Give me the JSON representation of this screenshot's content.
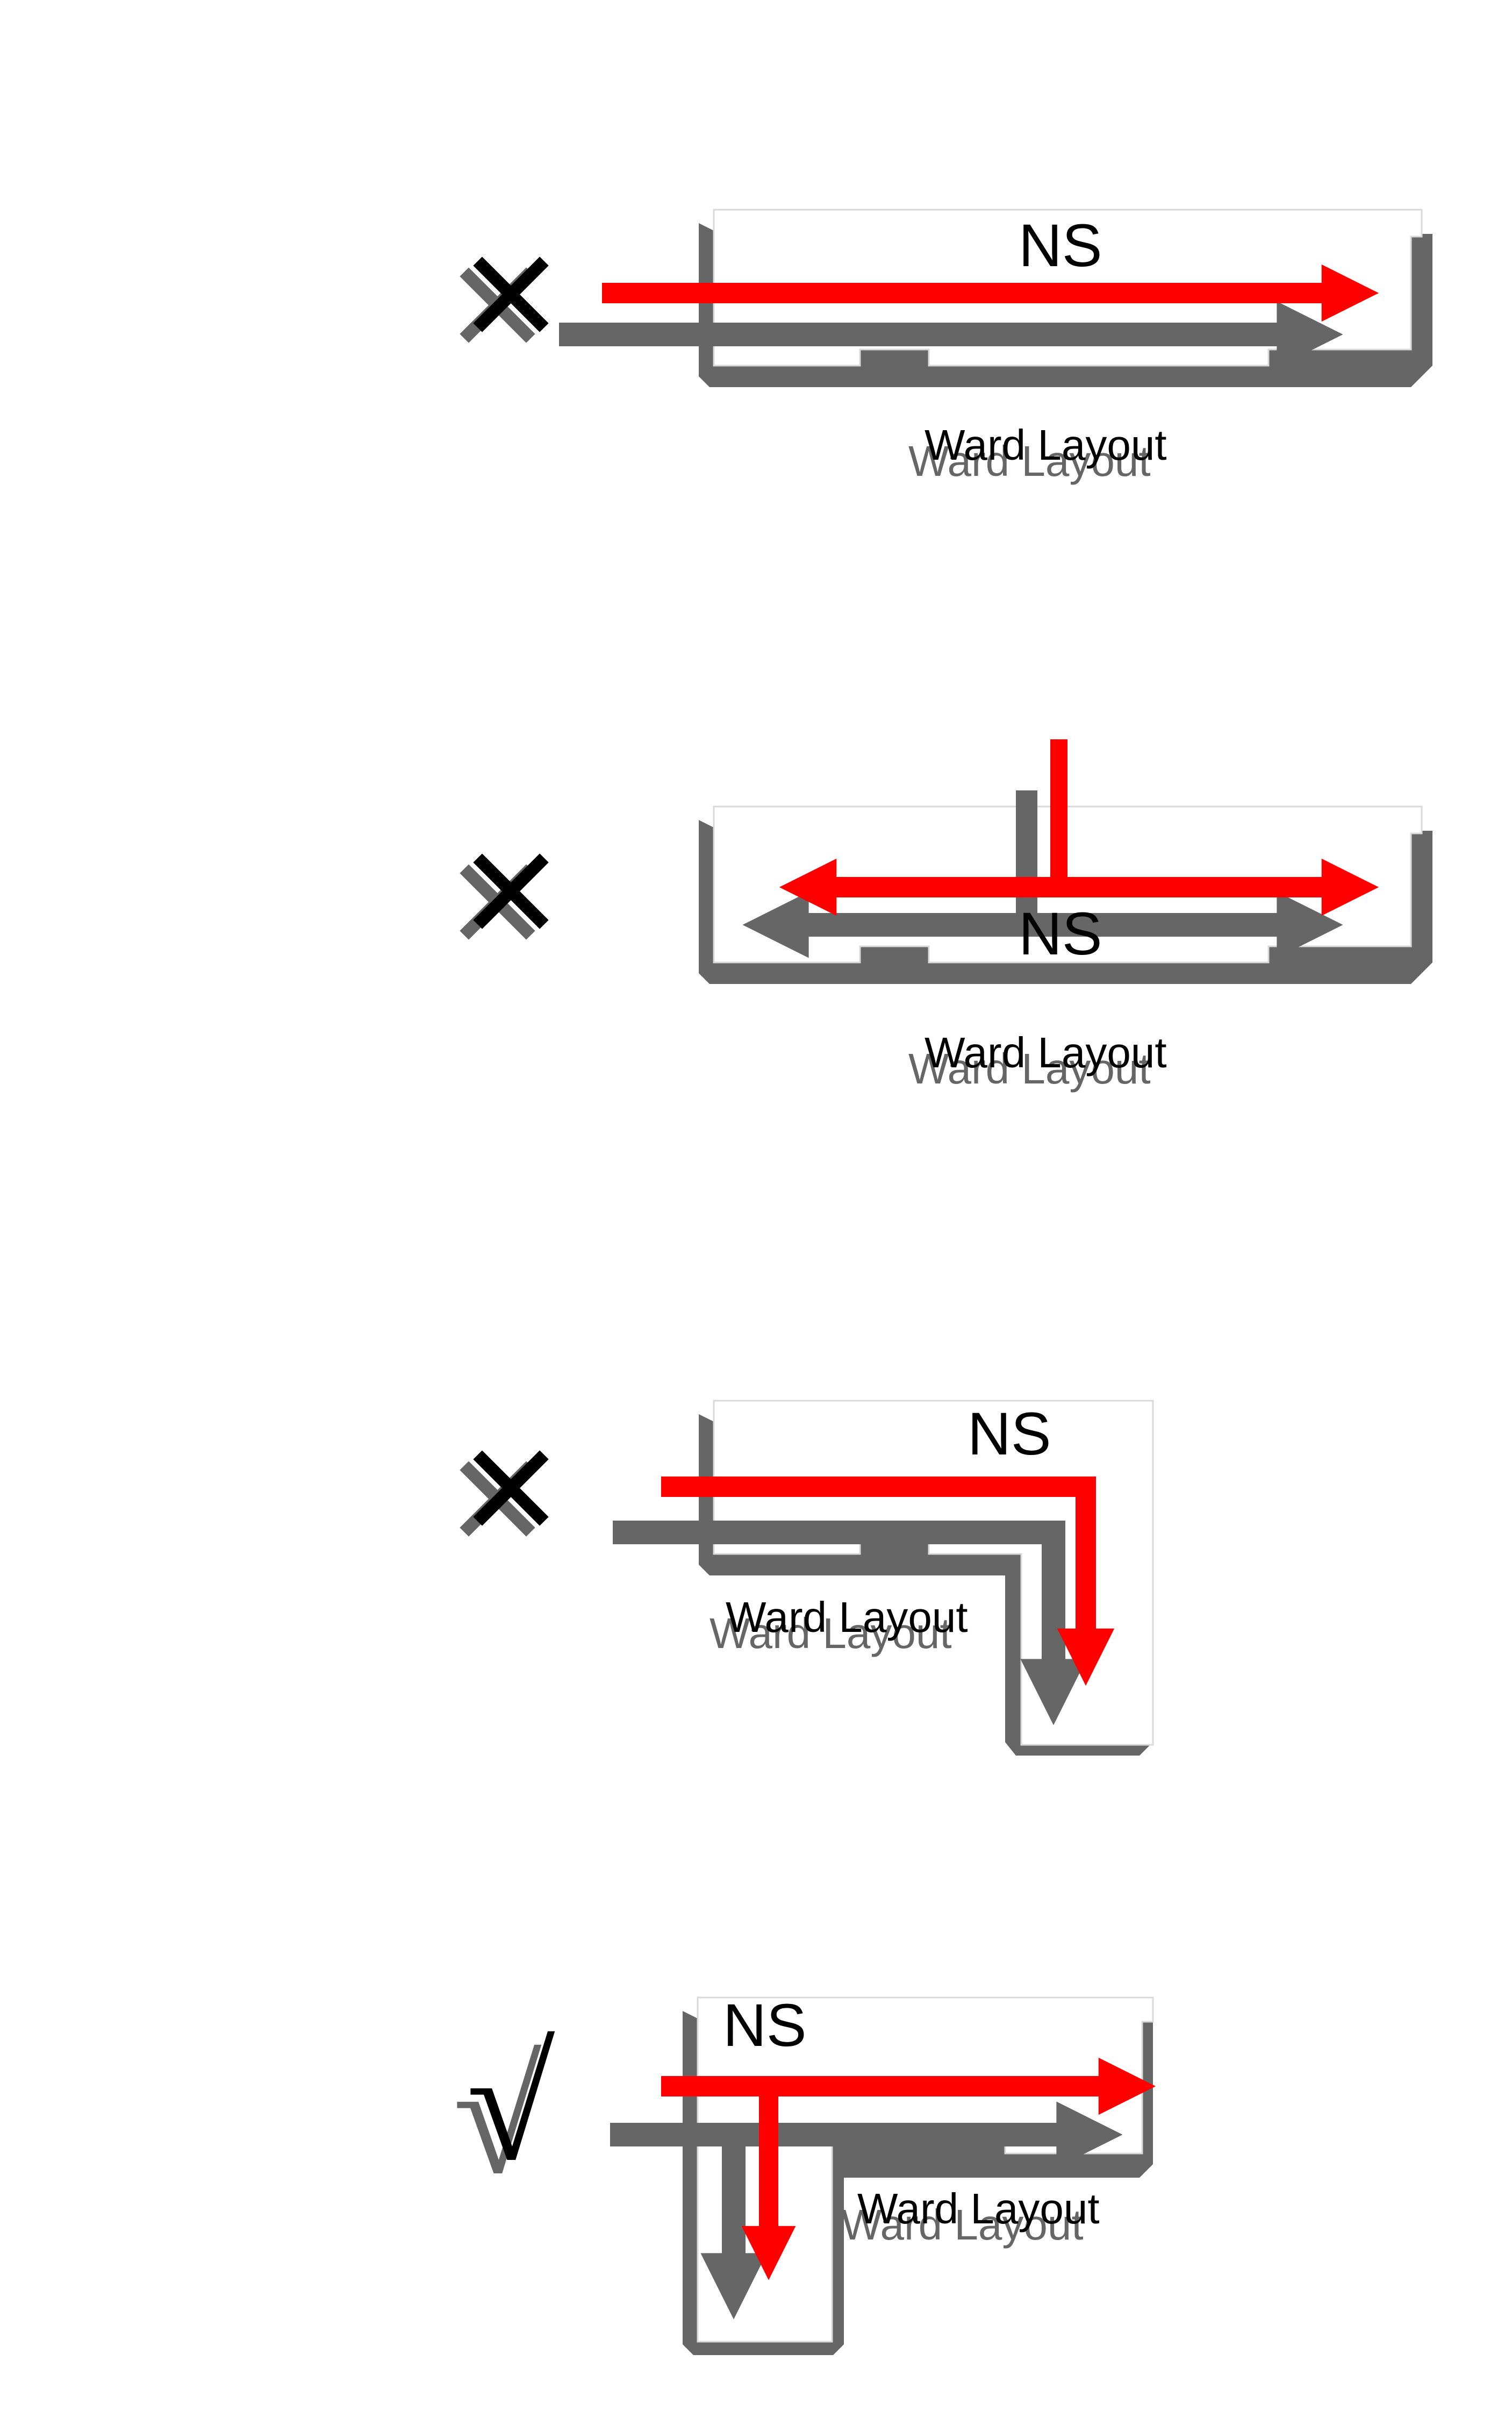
{
  "colors": {
    "arrow": "#ff0000",
    "shadow": "#666666",
    "outline": "#d9d9d9",
    "text": "#000000",
    "background": "#ffffff"
  },
  "panels": [
    {
      "corridor_label": "NS",
      "layout_label": "Ward Layout",
      "verdict_mark": "✕",
      "verdict_icon": "cross-mark-icon"
    },
    {
      "corridor_label": "NS",
      "layout_label": "Ward Layout",
      "verdict_mark": "✕",
      "verdict_icon": "cross-mark-icon"
    },
    {
      "corridor_label": "NS",
      "layout_label": "Ward Layout",
      "verdict_mark": "✕",
      "verdict_icon": "cross-mark-icon"
    },
    {
      "corridor_label": "NS",
      "layout_label": "Ward Layout",
      "verdict_mark": "√",
      "verdict_icon": "check-mark-icon"
    }
  ]
}
